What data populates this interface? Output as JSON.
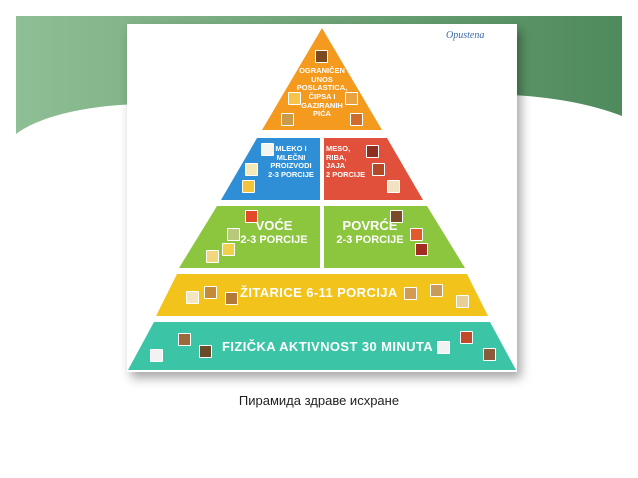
{
  "logo_text": "Opustena",
  "tiers": {
    "top": {
      "lines": [
        "OGRANIČEN",
        "UNOS",
        "POSLASTICA,",
        "ČIPSA I",
        "GAZIRANIH PIĆA"
      ],
      "color": "#f39a1f"
    },
    "dairy": {
      "lines": [
        "MLEKO I",
        "MLEČNI",
        "PROIZVODI",
        "2-3 PORCIJE"
      ],
      "color": "#2f8fd6"
    },
    "meat": {
      "lines": [
        "MESO,",
        "RIBA,",
        "JAJA",
        "2 PORCIJE"
      ],
      "color": "#e0503a"
    },
    "fruit": {
      "lines": [
        "VOĆE",
        "2-3 PORCIJE"
      ],
      "color": "#8cc63f"
    },
    "veg": {
      "lines": [
        "POVRĆE",
        "2-3 PORCIJE"
      ],
      "color": "#8cc63f"
    },
    "grain": {
      "lines": [
        "ŽITARICE  6-11 PORCIJA"
      ],
      "color": "#f2c31b"
    },
    "activity": {
      "lines": [
        "FIZIČKA AKTIVNOST  30 MINUTA"
      ],
      "color": "#3cc4a6"
    }
  },
  "caption": "Пирамида здраве исхране"
}
